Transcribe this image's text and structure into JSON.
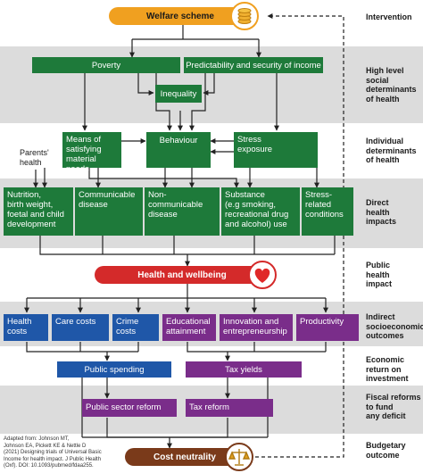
{
  "labels": {
    "intervention": "Intervention",
    "high_level": "High level\nsocial\ndeterminants\nof health",
    "individual": "Individual\ndeterminants\nof health",
    "direct": "Direct\nhealth\nimpacts",
    "public_health": "Public\nhealth\nimpact",
    "indirect": "Indirect\nsocioeconomic\noutcomes",
    "economic": "Economic\nreturn on\ninvestment",
    "fiscal": "Fiscal reforms\nto fund\nany deficit",
    "budgetary": "Budgetary\noutcome"
  },
  "nodes": {
    "welfare": "Welfare scheme",
    "poverty": "Poverty",
    "predictability": "Predictability and security of income",
    "inequality": "Inequality",
    "means": "Means of\nsatisfying\nmaterial needs",
    "behaviour": "Behaviour",
    "stress": "Stress\nexposure",
    "parents": "Parents'\nhealth",
    "nutrition": "Nutrition,\nbirth weight,\nfoetal and child\ndevelopment",
    "communicable": "Communicable\ndisease",
    "noncommunicable": "Non-\ncommunicable\ndisease",
    "substance": "Substance\n(e.g smoking,\nrecreational drug\nand alcohol) use",
    "stressrelated": "Stress-\nrelated\nconditions",
    "health_wellbeing": "Health and wellbeing",
    "health_costs": "Health\ncosts",
    "care_costs": "Care costs",
    "crime_costs": "Crime\ncosts",
    "education": "Educational\nattainment",
    "innovation": "Innovation and\nentrepreneurship",
    "productivity": "Productivity",
    "public_spending": "Public spending",
    "tax_yields": "Tax yields",
    "public_reform": "Public sector reform",
    "tax_reform": "Tax reform",
    "cost_neutrality": "Cost neutrality"
  },
  "footnote": "Adapted from: Johnson MT,\nJohnson EA, Pickett KE & Nettle D\n(2021) Designing trials of Universal Basic\nIncome for health impact. J Public Health\n(Oxf). DOI: 10.1093/pubmed/fdaa255.",
  "colors": {
    "green": "#1e7a3a",
    "blue": "#1f57a8",
    "purple": "#7a2d8a",
    "orange": "#f0a020",
    "red": "#d42a2a",
    "brown": "#7a3a1a"
  },
  "icons": [
    "coins-icon",
    "heart-icon",
    "scales-icon"
  ]
}
